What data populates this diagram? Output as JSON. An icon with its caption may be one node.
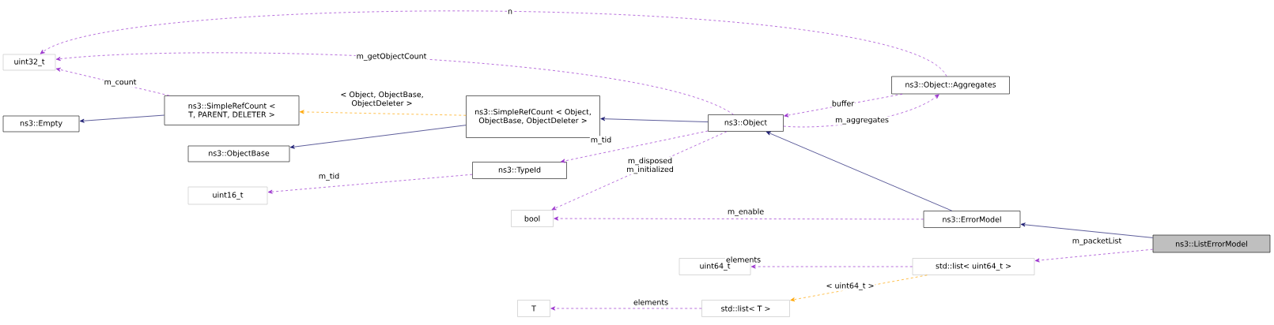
{
  "diagram": {
    "nodes": [
      {
        "text": [
          "uint32_t"
        ]
      },
      {
        "text": [
          "ns3::SimpleRefCount < T, PARENT, DELETER >"
        ]
      },
      {
        "text": [
          "ns3::Empty"
        ]
      },
      {
        "text": [
          "ns3::ObjectBase"
        ]
      },
      {
        "text": [
          "ns3::SimpleRefCount < Object, ObjectBase, ObjectDeleter >"
        ]
      },
      {
        "text": [
          "uint16_t"
        ]
      },
      {
        "text": [
          "ns3::TypeId"
        ]
      },
      {
        "text": [
          "ns3::Object"
        ]
      },
      {
        "text": [
          "ns3::Object::Aggregates"
        ]
      },
      {
        "text": [
          "bool"
        ]
      },
      {
        "text": [
          "ns3::ErrorModel"
        ]
      },
      {
        "text": [
          "ns3::ListErrorModel"
        ]
      },
      {
        "text": [
          "uint64_t"
        ]
      },
      {
        "text": [
          "std::list< uint64_t >"
        ]
      },
      {
        "text": [
          "T"
        ]
      },
      {
        "text": [
          "std::list< T >"
        ]
      }
    ],
    "edges": [
      {
        "from": 8,
        "to": 0,
        "arrow": "to",
        "label": "n",
        "style": "dashed"
      },
      {
        "from": 7,
        "to": 0,
        "arrow": "to",
        "label": "m_getObjectCount",
        "style": "dashed"
      },
      {
        "from": 1,
        "to": 0,
        "arrow": "to",
        "label": "m_count",
        "style": "dashed"
      },
      {
        "from": 1,
        "to": 2,
        "arrow": "to",
        "color": "#191970"
      },
      {
        "from": 4,
        "to": 1,
        "arrow": "to",
        "label": "< Object, ObjectBase, ObjectDeleter >",
        "style": "dashed",
        "color": "#ffa500"
      },
      {
        "from": 4,
        "to": 3,
        "arrow": "to",
        "color": "#191970"
      },
      {
        "from": 7,
        "to": 4,
        "arrow": "to",
        "color": "#191970"
      },
      {
        "from": 7,
        "to": 6,
        "arrow": "to",
        "label": "m_tid",
        "style": "dashed"
      },
      {
        "from": 6,
        "to": 5,
        "arrow": "to",
        "label": "m_tid",
        "style": "dashed"
      },
      {
        "from": 8,
        "to": 7,
        "arrow": "to",
        "label": "buffer",
        "style": "dashed"
      },
      {
        "from": 7,
        "to": 8,
        "arrow": "to",
        "label": "m_aggregates",
        "style": "dashed"
      },
      {
        "from": 7,
        "to": 9,
        "arrow": "to",
        "label": "m_disposed m_initialized",
        "style": "dashed"
      },
      {
        "from": 10,
        "to": 7,
        "arrow": "to",
        "color": "#191970"
      },
      {
        "from": 10,
        "to": 9,
        "arrow": "to",
        "label": "m_enable",
        "style": "dashed"
      },
      {
        "from": 11,
        "to": 10,
        "arrow": "to",
        "color": "#191970"
      },
      {
        "from": 11,
        "to": 13,
        "arrow": "to",
        "label": "m_packetList",
        "style": "dashed"
      },
      {
        "from": 13,
        "to": 12,
        "arrow": "to",
        "label": "elements",
        "style": "dashed"
      },
      {
        "from": 13,
        "to": 15,
        "arrow": "to",
        "label": "< uint64_t >",
        "style": "dashed",
        "color": "#ffa500"
      },
      {
        "from": 15,
        "to": 14,
        "arrow": "to",
        "label": "elements",
        "style": "dashed"
      }
    ]
  }
}
